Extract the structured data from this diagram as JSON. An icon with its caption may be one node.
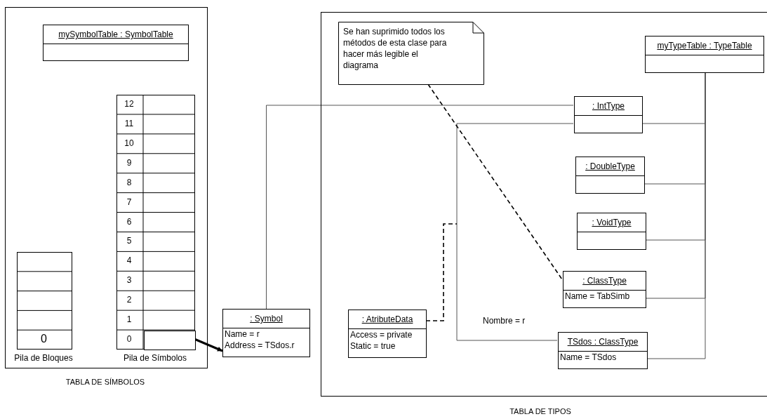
{
  "diagram": {
    "nodes": [
      {
        "text": [],
        "shape": "box",
        "beside": [
          "TABLA DE SÍMBOLOS"
        ]
      },
      {
        "text": [
          "mySymbolTable : SymbolTable"
        ],
        "in": 0
      },
      {
        "text": [],
        "shape": "box",
        "in": 0,
        "beside": [
          "Pila de Bloques"
        ]
      },
      {
        "text": [],
        "shape": "box",
        "in": 0,
        "beside": [
          "Pila de Símbolos"
        ]
      },
      {
        "text": [],
        "shape": "box",
        "in": 3
      },
      {
        "text": [
          ": Symbol",
          "Name = r",
          "Address = TSdos.r"
        ]
      },
      {
        "text": [],
        "shape": "box",
        "beside": [
          "TABLA DE TIPOS"
        ]
      },
      {
        "text": [
          "Se han suprimido todos los métodos de esta clase para hacer más legible el diagrama"
        ],
        "in": 6
      },
      {
        "text": [
          "myTypeTable : TypeTable"
        ],
        "in": 6
      },
      {
        "text": [
          ": IntType"
        ],
        "in": 6
      },
      {
        "text": [
          ": DoubleType"
        ],
        "in": 6
      },
      {
        "text": [
          ": VoidType"
        ],
        "in": 6
      },
      {
        "text": [
          ": ClassType",
          "Name = TabSimb"
        ],
        "in": 6
      },
      {
        "text": [
          ": AtributeData",
          "Access = private",
          "Static = true"
        ],
        "in": 6
      },
      {
        "text": [
          "TSdos : ClassType",
          "Name = TSdos"
        ],
        "in": 6
      }
    ],
    "edges": [
      {
        "from": 4,
        "to": 5,
        "arrow": "to",
        "style": "thick",
        "color": "#000000"
      },
      {
        "from": 5,
        "to": 9,
        "arrow": "none"
      },
      {
        "from": 9,
        "to": 14,
        "arrow": "none",
        "label": "Nombre = r"
      },
      {
        "from": 13,
        "to": null,
        "arrow": "none",
        "style": "dashed",
        "color": "#000000"
      },
      {
        "from": 7,
        "to": 12,
        "arrow": "none",
        "style": "dashed",
        "color": "#000000"
      },
      {
        "from": 9,
        "to": 8,
        "arrow": "none"
      },
      {
        "from": 10,
        "to": 8,
        "arrow": "none"
      },
      {
        "from": 11,
        "to": 8,
        "arrow": "none"
      },
      {
        "from": 12,
        "to": 8,
        "arrow": "none"
      },
      {
        "from": 14,
        "to": 8,
        "arrow": "none"
      }
    ],
    "labels": [
      "12",
      "11",
      "10",
      "9",
      "8",
      "7",
      "6",
      "5",
      "4",
      "3",
      "2",
      "1",
      "0",
      "0"
    ]
  }
}
